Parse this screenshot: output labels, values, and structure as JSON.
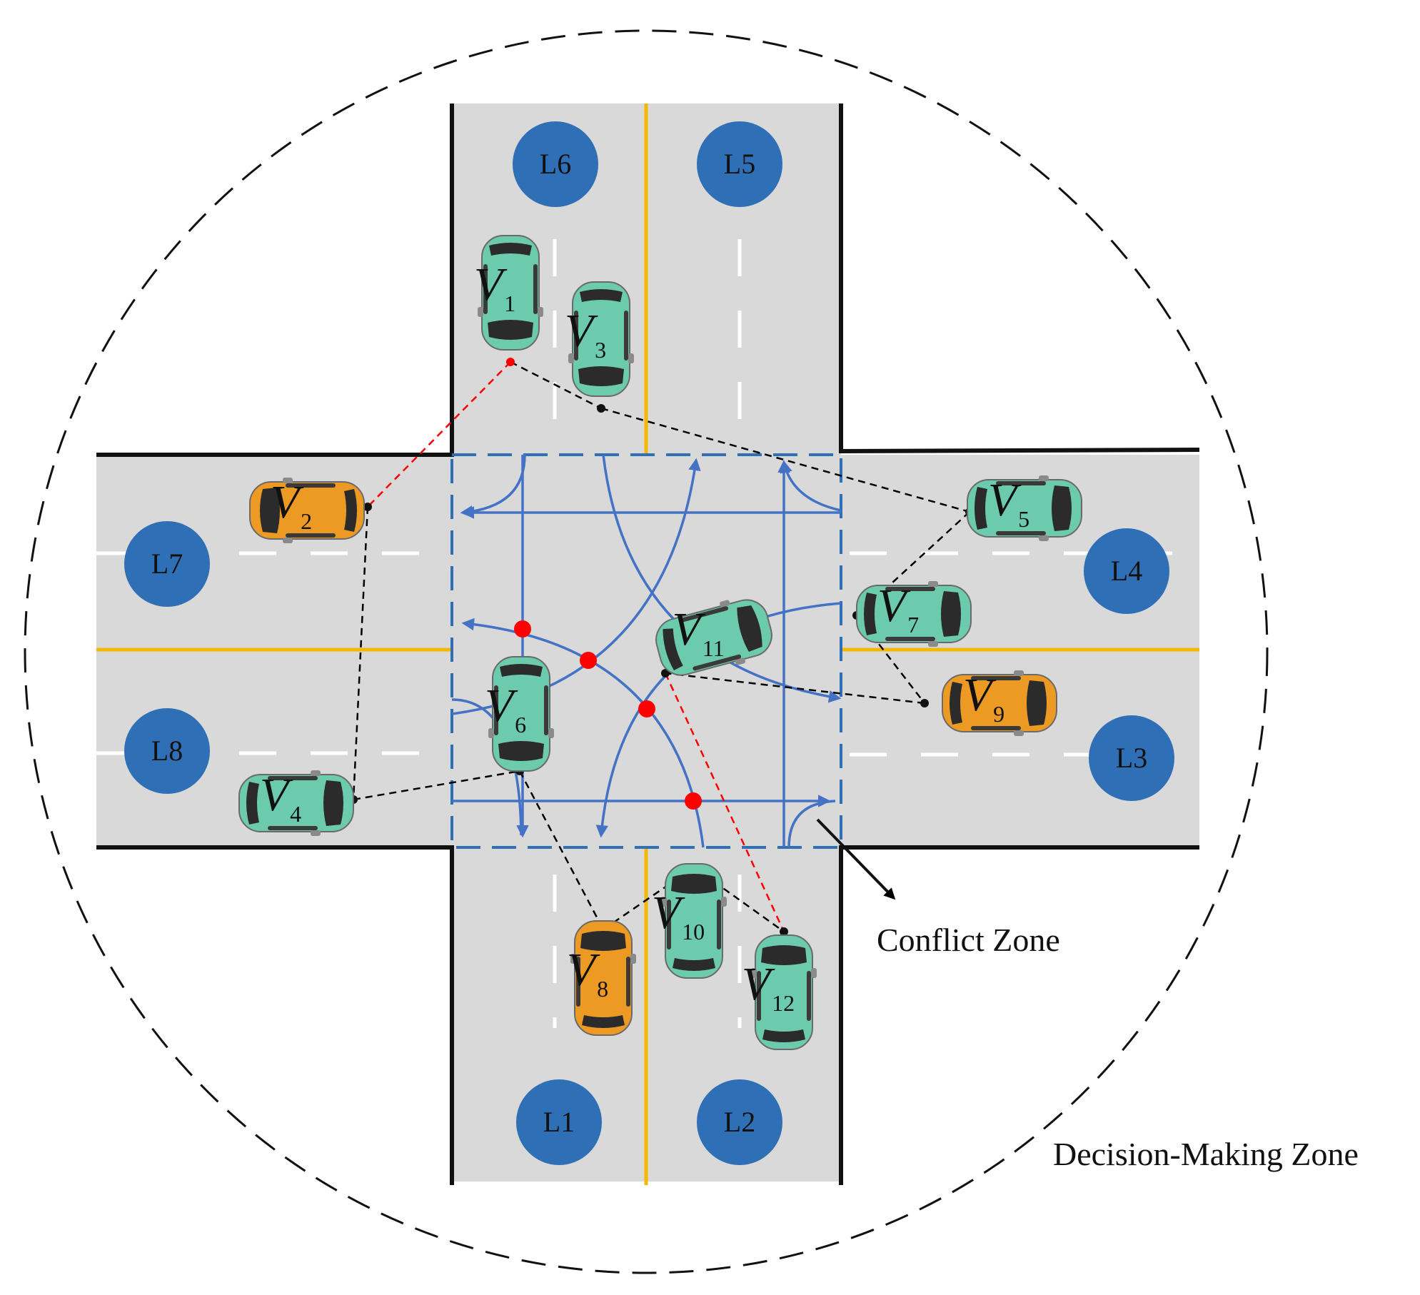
{
  "zones": {
    "decision_label": "Decision-Making Zone",
    "conflict_label": "Conflict Zone"
  },
  "lanes": [
    {
      "id": "L1",
      "label": "L1"
    },
    {
      "id": "L2",
      "label": "L2"
    },
    {
      "id": "L3",
      "label": "L3"
    },
    {
      "id": "L4",
      "label": "L4"
    },
    {
      "id": "L5",
      "label": "L5"
    },
    {
      "id": "L6",
      "label": "L6"
    },
    {
      "id": "L7",
      "label": "L7"
    },
    {
      "id": "L8",
      "label": "L8"
    }
  ],
  "vehicles": [
    {
      "id": "v1",
      "letter": "V",
      "sub": "1",
      "color": "#6ccbad"
    },
    {
      "id": "v2",
      "letter": "V",
      "sub": "2",
      "color": "#ec9a24"
    },
    {
      "id": "v3",
      "letter": "V",
      "sub": "3",
      "color": "#6ccbad"
    },
    {
      "id": "v4",
      "letter": "V",
      "sub": "4",
      "color": "#6ccbad"
    },
    {
      "id": "v5",
      "letter": "V",
      "sub": "5",
      "color": "#6ccbad"
    },
    {
      "id": "v6",
      "letter": "V",
      "sub": "6",
      "color": "#6ccbad"
    },
    {
      "id": "v7",
      "letter": "V",
      "sub": "7",
      "color": "#6ccbad"
    },
    {
      "id": "v8",
      "letter": "V",
      "sub": "8",
      "color": "#ec9a24"
    },
    {
      "id": "v9",
      "letter": "V",
      "sub": "9",
      "color": "#ec9a24"
    },
    {
      "id": "v10",
      "letter": "V",
      "sub": "10",
      "color": "#6ccbad"
    },
    {
      "id": "v11",
      "letter": "V",
      "sub": "11",
      "color": "#6ccbad"
    },
    {
      "id": "v12",
      "letter": "V",
      "sub": "12",
      "color": "#6ccbad"
    }
  ],
  "colors": {
    "road": "#d9d9d9",
    "lane_marker": "#2f6fb5",
    "center_line": "#f5b800",
    "path": "#4472c4",
    "conflict_point": "#ff0000",
    "link_normal": "#000000",
    "link_conflict": "#ff0000"
  }
}
